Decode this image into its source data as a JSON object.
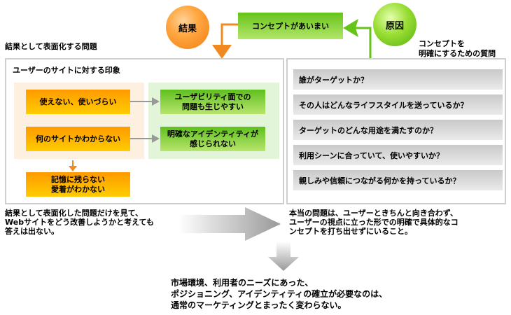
{
  "header": {
    "result_circle": "結果",
    "cause_circle": "原因",
    "concept_box": "コンセプトがあいまい",
    "left_heading": "結果として表面化する問題",
    "right_heading_line1": "コンセプトを",
    "right_heading_line2": "明確にするための質問"
  },
  "left_panel": {
    "title": "ユーザーのサイトに対する印象",
    "orange_boxes": [
      {
        "lines": [
          "使えない、使いづらい"
        ]
      },
      {
        "lines": [
          "何のサイトかわからない"
        ]
      },
      {
        "lines": [
          "記憶に残らない",
          "愛着がわかない"
        ]
      }
    ],
    "green_boxes": [
      {
        "lines": [
          "ユーザビリティ面での",
          "問題も生じやすい"
        ]
      },
      {
        "lines": [
          "明確なアイデンティティが",
          "感じられない"
        ]
      }
    ]
  },
  "right_panel": {
    "questions": [
      "誰がターゲットか？",
      "その人はどんなライフスタイルを送っているか？",
      "ターゲットのどんな用途を満たすのか？",
      "利用シーンに合っていて、使いやすいか？",
      "親しみや信頼につながる何かを持っているか？"
    ]
  },
  "bottom": {
    "left_text": [
      "結果として表面化した問題だけを見て、",
      "Webサイトをどう改善しようかと考えても",
      "答えは出ない。"
    ],
    "right_text": [
      "本当の問題は、ユーザーときちんと向き合わず、",
      "ユーザーの視点に立った形での明確で具体的なコ",
      "ンセプトを打ち出せずにいること。"
    ],
    "conclusion": [
      "市場環境、利用者のニーズにあった、",
      "ポジショニング、アイデンティティの確立が必要なのは、",
      "通常のマーケティングとまったく変わらない。"
    ]
  },
  "colors": {
    "orange": "#ff9a00",
    "green": "#66c31a",
    "panel_border": "#cfcfcf",
    "orange_region": "#fdf0e0",
    "green_region": "#e2f5d8",
    "arrow_gray": "#999999"
  }
}
